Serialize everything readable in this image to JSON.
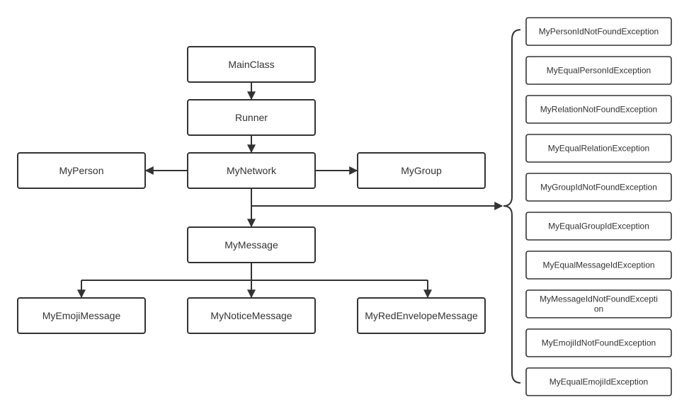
{
  "nodes": {
    "main_class": "MainClass",
    "runner": "Runner",
    "my_network": "MyNetwork",
    "my_person": "MyPerson",
    "my_group": "MyGroup",
    "my_message": "MyMessage",
    "my_emoji_message": "MyEmojiMessage",
    "my_notice_message": "MyNoticeMessage",
    "my_red_envelope_message": "MyRedEnvelopeMessage"
  },
  "exceptions": [
    {
      "lines": [
        "MyPersonIdNotFoundException"
      ]
    },
    {
      "lines": [
        "MyEqualPersonIdException"
      ]
    },
    {
      "lines": [
        "MyRelationNotFoundException"
      ]
    },
    {
      "lines": [
        "MyEqualRelationException"
      ]
    },
    {
      "lines": [
        "MyGroupIdNotFoundException"
      ]
    },
    {
      "lines": [
        "MyEqualGroupIdException"
      ]
    },
    {
      "lines": [
        "MyEqualMessageIdException"
      ]
    },
    {
      "lines": [
        "MyMessageIdNotFoundExcepti",
        "on"
      ]
    },
    {
      "lines": [
        "MyEmojiIdNotFoundException"
      ]
    },
    {
      "lines": [
        "MyEqualEmojiIdException"
      ]
    }
  ],
  "colors": {
    "stroke": "#333333",
    "text": "#333333",
    "fill": "#ffffff"
  }
}
